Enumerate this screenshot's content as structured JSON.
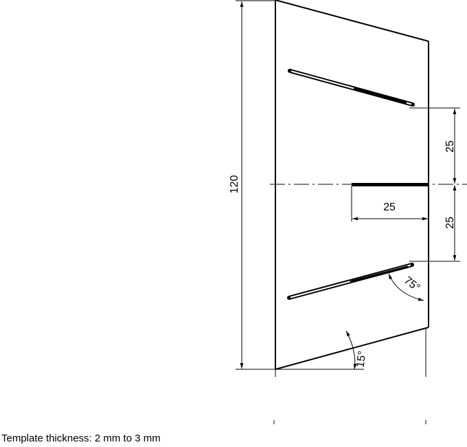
{
  "drawing": {
    "dimensions": {
      "height": "120",
      "upper_spacing": "25",
      "lower_spacing": "25",
      "slot_length": "25",
      "bevel_angle": "15°",
      "slot_angle": "75°"
    }
  },
  "caption": "Template thickness: 2 mm to 3 mm"
}
